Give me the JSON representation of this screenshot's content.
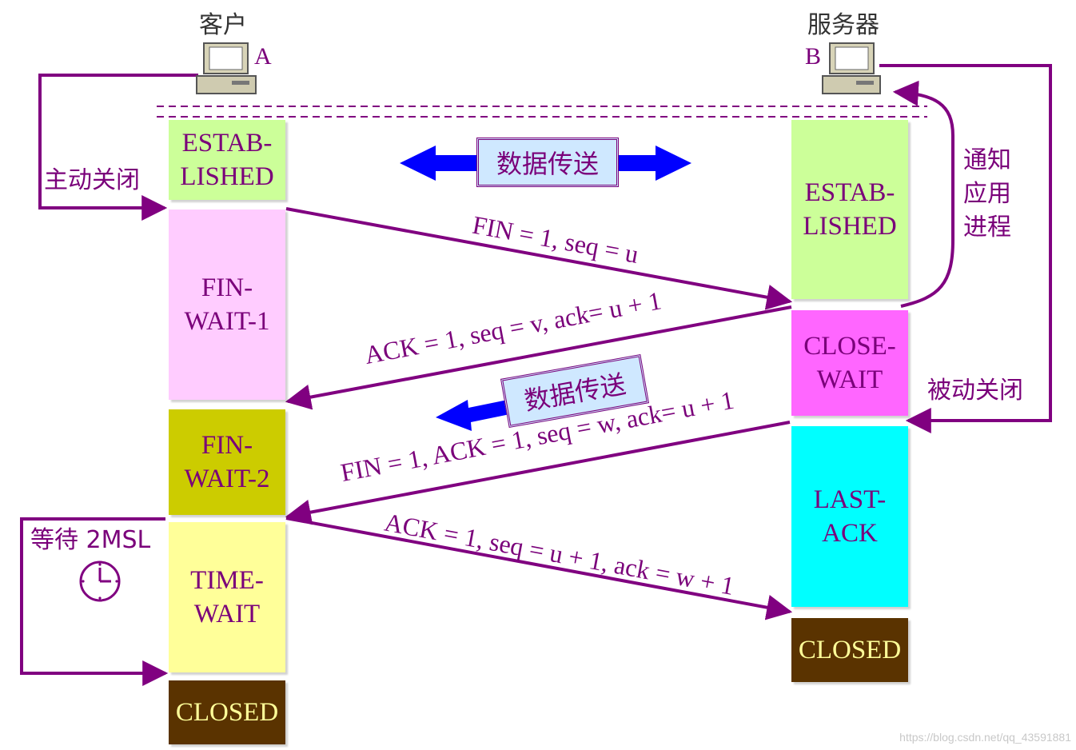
{
  "hosts": {
    "client": {
      "title": "客户",
      "letter": "A"
    },
    "server": {
      "title": "服务器",
      "letter": "B"
    }
  },
  "client_states": [
    "ESTAB-\nLISHED",
    "FIN-\nWAIT-1",
    "FIN-\nWAIT-2",
    "TIME-\nWAIT",
    "CLOSED"
  ],
  "server_states": [
    "ESTAB-\nLISHED",
    "CLOSE-\nWAIT",
    "LAST-\nACK",
    "CLOSED"
  ],
  "state_colors": {
    "established": "#ccff99",
    "fin_wait_1": "#ffccff",
    "fin_wait_2": "#cccc00",
    "time_wait": "#ffff99",
    "close_wait": "#ff66ff",
    "last_ack": "#00ffff",
    "closed": "#5a3300"
  },
  "labels": {
    "active_close": "主动关闭",
    "passive_close": "被动关闭",
    "notify_app": "通知\n应用\n进程",
    "wait_2msl": "等待 2MSL",
    "data_transfer_1": "数据传送",
    "data_transfer_2": "数据传送"
  },
  "messages": {
    "m1": "FIN = 1, seq = u",
    "m2": "ACK = 1, seq = v, ack= u + 1",
    "m3": "FIN = 1, ACK = 1, seq = w, ack= u + 1",
    "m4": "ACK = 1, seq = u + 1, ack = w + 1"
  },
  "colors": {
    "line": "#800080",
    "text": "#7a007a",
    "arrow_blue": "#0000ff"
  },
  "watermark": "https://blog.csdn.net/qq_43591881"
}
